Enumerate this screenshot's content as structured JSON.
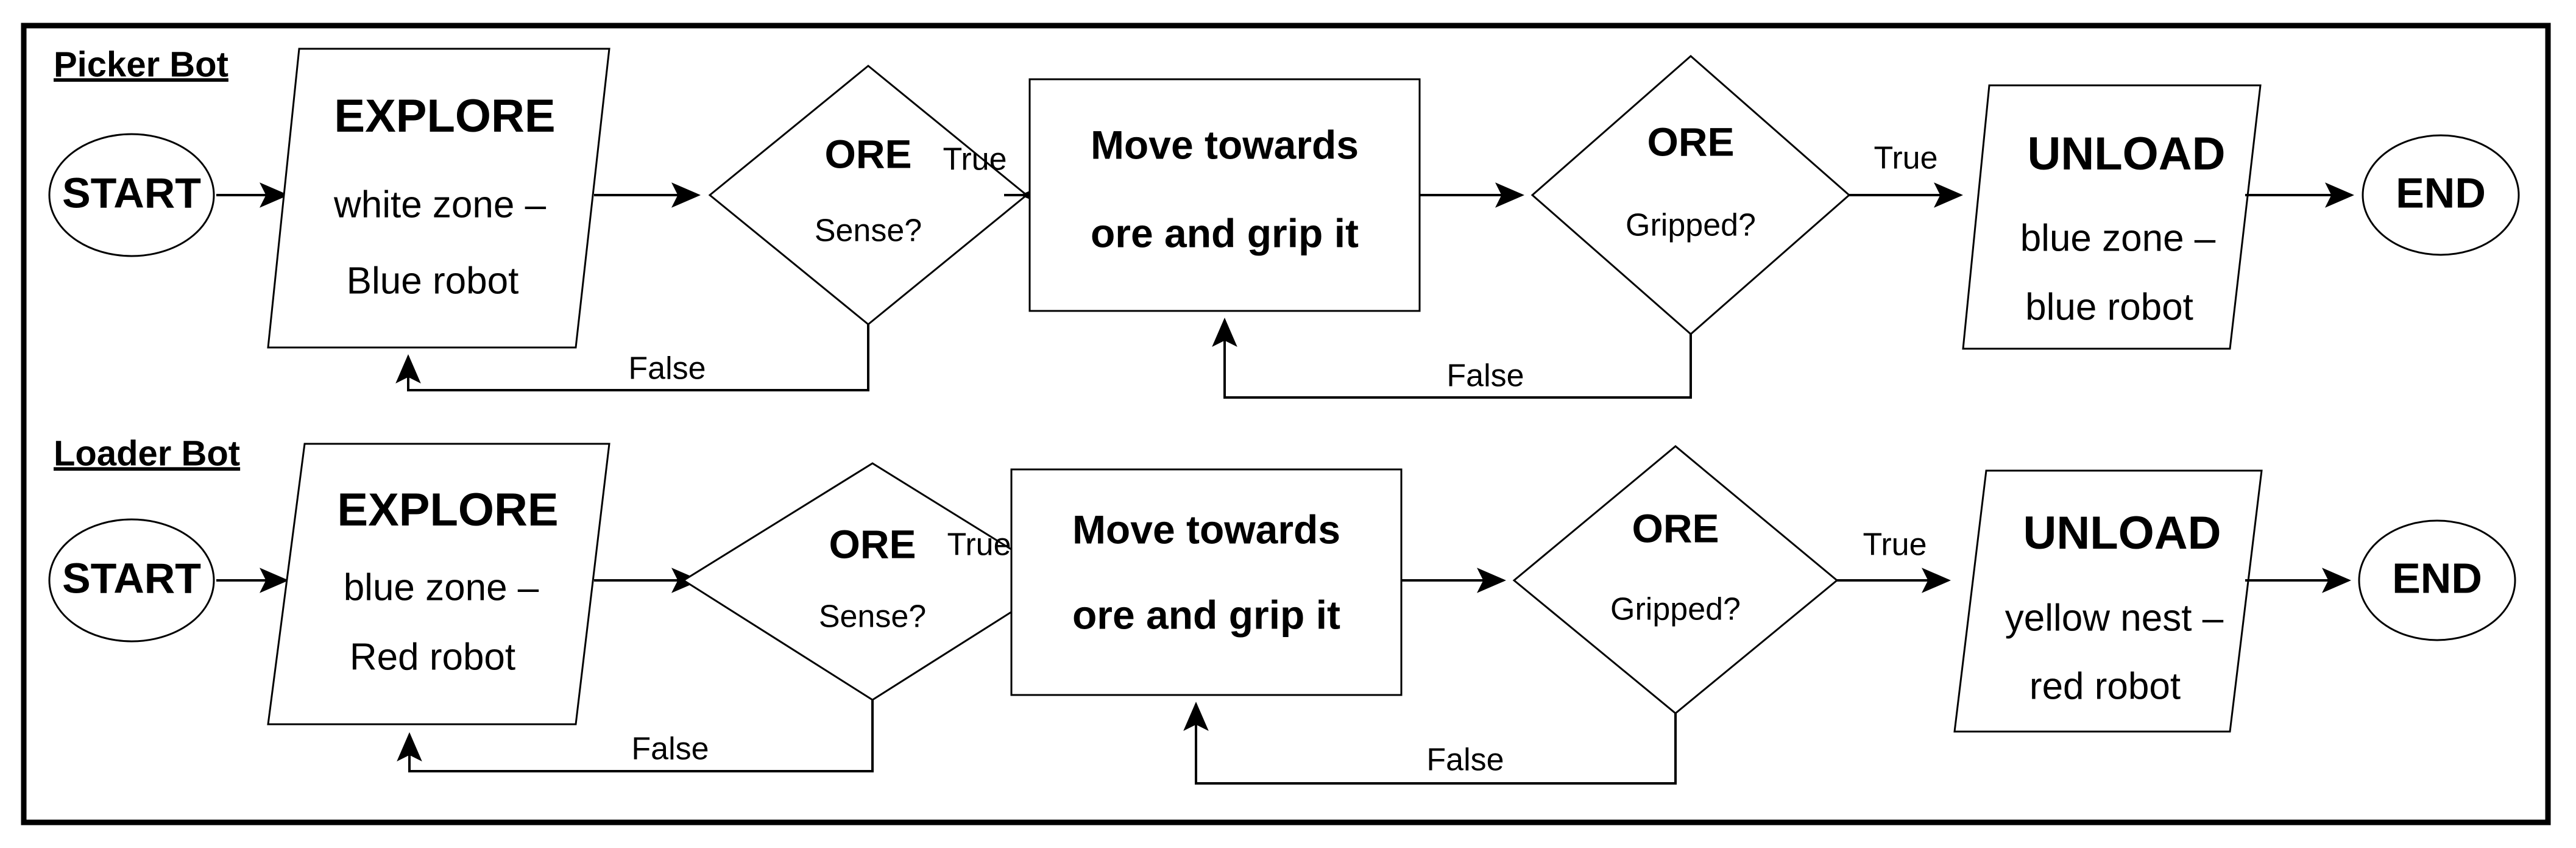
{
  "diagram": {
    "title": "Picker Bot and Loader Bot ore collection flowcharts",
    "background_color": "#ffffff",
    "line_color": "#000000",
    "frame": {
      "stroke_color": "#000000",
      "stroke_width": 9
    }
  },
  "lanes": [
    {
      "id": "picker-bot",
      "label": "Picker Bot",
      "nodes": {
        "start": {
          "shape": "ellipse",
          "label": "START"
        },
        "explore": {
          "shape": "parallelogram",
          "title": "EXPLORE",
          "line2": "white zone –",
          "line3": "Blue robot"
        },
        "decision_sense": {
          "shape": "diamond",
          "title": "ORE",
          "question": "Sense?"
        },
        "action_move": {
          "shape": "rectangle",
          "line1": "Move towards",
          "line2": "ore and grip it"
        },
        "decision_gripped": {
          "shape": "diamond",
          "title": "ORE",
          "question": "Gripped?"
        },
        "unload": {
          "shape": "parallelogram",
          "title": "UNLOAD",
          "line2": "blue zone –",
          "line3": "blue robot"
        },
        "end": {
          "shape": "ellipse",
          "label": "END"
        }
      },
      "edge_labels": {
        "sense_true": "True",
        "sense_false": "False",
        "gripped_true": "True",
        "gripped_false": "False"
      }
    },
    {
      "id": "loader-bot",
      "label": "Loader Bot",
      "nodes": {
        "start": {
          "shape": "ellipse",
          "label": "START"
        },
        "explore": {
          "shape": "parallelogram",
          "title": "EXPLORE",
          "line2": "blue zone –",
          "line3": "Red robot"
        },
        "decision_sense": {
          "shape": "diamond",
          "title": "ORE",
          "question": "Sense?"
        },
        "action_move": {
          "shape": "rectangle",
          "line1": "Move towards",
          "line2": "ore and grip it"
        },
        "decision_gripped": {
          "shape": "diamond",
          "title": "ORE",
          "question": "Gripped?"
        },
        "unload": {
          "shape": "parallelogram",
          "title": "UNLOAD",
          "line2": "yellow nest –",
          "line3": "red robot"
        },
        "end": {
          "shape": "ellipse",
          "label": "END"
        }
      },
      "edge_labels": {
        "sense_true": "True",
        "sense_false": "False",
        "gripped_true": "True",
        "gripped_false": "False"
      }
    }
  ]
}
